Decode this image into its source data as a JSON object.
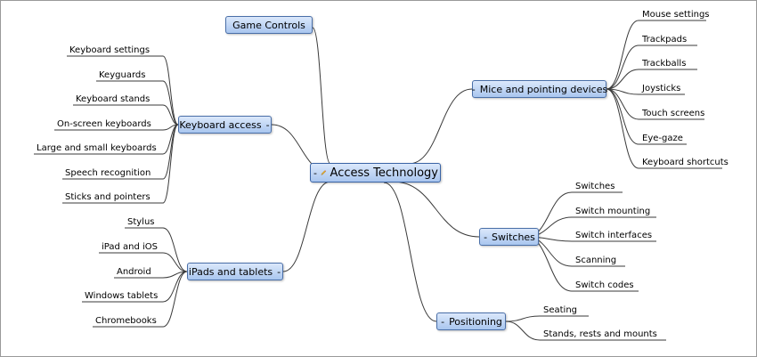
{
  "central": {
    "label": "Access Technology",
    "toggle": "-",
    "icon": "pencil-icon"
  },
  "topics": {
    "game_controls": {
      "label": "Game Controls"
    },
    "keyboard_access": {
      "label": "Keyboard access",
      "toggle": "-",
      "items": [
        "Keyboard settings",
        "Keyguards",
        "Keyboard stands",
        "On-screen keyboards",
        "Large and small keyboards",
        "Speech recognition",
        "Sticks and pointers"
      ]
    },
    "ipads_tablets": {
      "label": "iPads and tablets",
      "toggle": "-",
      "items": [
        "Stylus",
        "iPad and iOS",
        "Android",
        "Windows tablets",
        "Chromebooks"
      ]
    },
    "mice_pointing": {
      "label": "Mice and pointing devices",
      "toggle": "-",
      "items": [
        "Mouse settings",
        "Trackpads",
        "Trackballs",
        "Joysticks",
        "Touch screens",
        "Eye-gaze",
        "Keyboard shortcuts"
      ]
    },
    "switches": {
      "label": "Switches",
      "toggle": "-",
      "items": [
        "Switches",
        "Switch mounting",
        "Switch interfaces",
        "Scanning",
        "Switch codes"
      ]
    },
    "positioning": {
      "label": "Positioning",
      "toggle": "-",
      "items": [
        "Seating",
        "Stands, rests and mounts"
      ]
    }
  },
  "colors": {
    "line": "#3a3a3a",
    "topic_border": "#4a6fa8",
    "topic_fill_top": "#dbe8fb",
    "topic_fill_bottom": "#a9c6ef",
    "frame": "#9a9a9a"
  }
}
